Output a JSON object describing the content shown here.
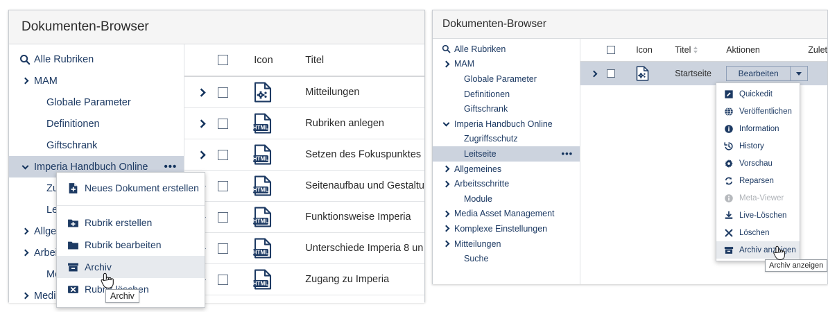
{
  "colors": {
    "accent_dark_blue": "#12325c",
    "tree_text": "#1d3a63",
    "selection_bg": "#ccd3de",
    "menu_hover_bg": "#e7eaee",
    "header_bg": "#f5f5f5",
    "border": "#c9cdd2",
    "disabled_text": "#aeb2b7"
  },
  "left_panel": {
    "title": "Dokumenten-Browser",
    "tree": {
      "items": [
        {
          "label": "Alle Rubriken",
          "icon": "search-icon",
          "twisty": "none",
          "indent": 0,
          "selected": false
        },
        {
          "label": "MAM",
          "icon": "",
          "twisty": "right",
          "indent": 0,
          "selected": false
        },
        {
          "label": "Globale Parameter",
          "icon": "",
          "twisty": "none",
          "indent": 1,
          "selected": false
        },
        {
          "label": "Definitionen",
          "icon": "",
          "twisty": "none",
          "indent": 1,
          "selected": false
        },
        {
          "label": "Giftschrank",
          "icon": "",
          "twisty": "none",
          "indent": 1,
          "selected": false
        },
        {
          "label": "Imperia Handbuch Online",
          "icon": "",
          "twisty": "down",
          "indent": 0,
          "selected": true,
          "overflow": "•••"
        },
        {
          "label": "Zugriffsschutz",
          "icon": "",
          "twisty": "none",
          "indent": 1,
          "selected": false
        },
        {
          "label": "Leitseite",
          "icon": "",
          "twisty": "none",
          "indent": 1,
          "selected": false
        },
        {
          "label": "Allgemeines",
          "icon": "",
          "twisty": "right",
          "indent": 0,
          "selected": false
        },
        {
          "label": "Arbeitsschritte",
          "icon": "",
          "twisty": "right",
          "indent": 0,
          "selected": false
        },
        {
          "label": "Module",
          "icon": "",
          "twisty": "none",
          "indent": 1,
          "selected": false
        },
        {
          "label": "Media Asset Management",
          "icon": "",
          "twisty": "right",
          "indent": 0,
          "selected": false
        }
      ]
    },
    "doclist": {
      "columns": [
        "",
        "",
        "Icon",
        "Titel"
      ],
      "header_checkbox_checked": false,
      "rows": [
        {
          "title": "Mitteilungen",
          "icon": "document-config-icon"
        },
        {
          "title": "Rubriken anlegen",
          "icon": "document-html-icon"
        },
        {
          "title": "Setzen des Fokuspunktes",
          "icon": "document-html-icon"
        },
        {
          "title": "Seitenaufbau und Gestaltu",
          "icon": "document-html-icon"
        },
        {
          "title": "Funktionsweise Imperia",
          "icon": "document-html-icon"
        },
        {
          "title": "Unterschiede Imperia 8 un",
          "icon": "document-html-icon"
        },
        {
          "title": "Zugang zu Imperia",
          "icon": "document-html-icon"
        }
      ]
    },
    "context_menu": {
      "items": [
        {
          "label": "Neues Dokument erstellen",
          "icon": "new-document-icon",
          "hover": false,
          "disabled": false,
          "separator_after": true
        },
        {
          "label": "Rubrik erstellen",
          "icon": "new-folder-icon",
          "hover": false,
          "disabled": false,
          "separator_after": false
        },
        {
          "label": "Rubrik bearbeiten",
          "icon": "folder-icon",
          "hover": false,
          "disabled": false,
          "separator_after": false
        },
        {
          "label": "Archiv",
          "icon": "archive-box-icon",
          "hover": true,
          "disabled": false,
          "separator_after": false
        },
        {
          "label": "Rubrik löschen",
          "icon": "delete-folder-icon",
          "hover": false,
          "disabled": false,
          "separator_after": false
        }
      ]
    },
    "tooltip": {
      "text": "Archiv"
    }
  },
  "right_panel": {
    "title": "Dokumenten-Browser",
    "tree": {
      "items": [
        {
          "label": "Alle Rubriken",
          "icon": "search-icon",
          "twisty": "none",
          "indent": 0,
          "selected": false
        },
        {
          "label": "MAM",
          "icon": "",
          "twisty": "right",
          "indent": 0,
          "selected": false
        },
        {
          "label": "Globale Parameter",
          "icon": "",
          "twisty": "none",
          "indent": 1,
          "selected": false
        },
        {
          "label": "Definitionen",
          "icon": "",
          "twisty": "none",
          "indent": 1,
          "selected": false
        },
        {
          "label": "Giftschrank",
          "icon": "",
          "twisty": "none",
          "indent": 1,
          "selected": false
        },
        {
          "label": "Imperia Handbuch Online",
          "icon": "",
          "twisty": "down",
          "indent": 0,
          "selected": false
        },
        {
          "label": "Zugriffsschutz",
          "icon": "",
          "twisty": "none",
          "indent": 1,
          "selected": false
        },
        {
          "label": "Leitseite",
          "icon": "",
          "twisty": "none",
          "indent": 1,
          "selected": true,
          "overflow": "•••"
        },
        {
          "label": "Allgemeines",
          "icon": "",
          "twisty": "right",
          "indent": 0,
          "selected": false
        },
        {
          "label": "Arbeitsschritte",
          "icon": "",
          "twisty": "right",
          "indent": 0,
          "selected": false
        },
        {
          "label": "Module",
          "icon": "",
          "twisty": "none",
          "indent": 1,
          "selected": false
        },
        {
          "label": "Media Asset Management",
          "icon": "",
          "twisty": "right",
          "indent": 0,
          "selected": false
        },
        {
          "label": "Komplexe Einstellungen",
          "icon": "",
          "twisty": "right",
          "indent": 0,
          "selected": false
        },
        {
          "label": "Mitteilungen",
          "icon": "",
          "twisty": "right",
          "indent": 0,
          "selected": false
        },
        {
          "label": "Suche",
          "icon": "",
          "twisty": "none",
          "indent": 1,
          "selected": false
        }
      ]
    },
    "table": {
      "columns": [
        {
          "label": "",
          "sortable": false
        },
        {
          "label": "",
          "sortable": false
        },
        {
          "label": "Icon",
          "sortable": false
        },
        {
          "label": "Titel",
          "sortable": true
        },
        {
          "label": "Aktionen",
          "sortable": false
        },
        {
          "label": "Zulet",
          "sortable": false
        }
      ],
      "rows": [
        {
          "title": "Startseite",
          "icon": "document-config-icon",
          "action_button": "Bearbeiten",
          "action_caret": "chevron-down-icon",
          "selected": true
        }
      ]
    },
    "dropdown_menu": {
      "items": [
        {
          "label": "Quickedit",
          "icon": "pencil-icon",
          "hover": false,
          "disabled": false
        },
        {
          "label": "Veröffentlichen",
          "icon": "globe-icon",
          "hover": false,
          "disabled": false
        },
        {
          "label": "Information",
          "icon": "info-icon",
          "hover": false,
          "disabled": false
        },
        {
          "label": "History",
          "icon": "history-icon",
          "hover": false,
          "disabled": false
        },
        {
          "label": "Vorschau",
          "icon": "gear-icon",
          "hover": false,
          "disabled": false
        },
        {
          "label": "Reparsen",
          "icon": "refresh-icon",
          "hover": false,
          "disabled": false
        },
        {
          "label": "Meta-Viewer",
          "icon": "info-icon",
          "hover": false,
          "disabled": true
        },
        {
          "label": "Live-Löschen",
          "icon": "download-icon",
          "hover": false,
          "disabled": false
        },
        {
          "label": "Löschen",
          "icon": "close-x-icon",
          "hover": false,
          "disabled": false
        },
        {
          "label": "Archiv anzeigen",
          "icon": "archive-box-icon",
          "hover": true,
          "disabled": false
        }
      ]
    },
    "tooltip": {
      "text": "Archiv anzeigen"
    },
    "splitter": {
      "handle_icon": "collapse-left-icon"
    }
  }
}
